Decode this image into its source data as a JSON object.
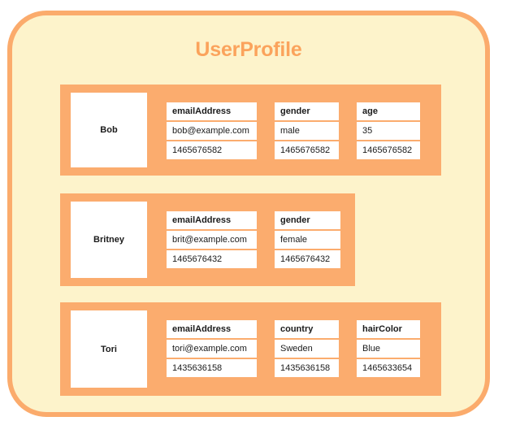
{
  "card": {
    "title": "UserProfile",
    "border_color": "#fbab6c",
    "background_color": "#fdf3cb",
    "title_color": "#fba35c",
    "row_color": "#fbac6e",
    "cell_color": "#ffffff"
  },
  "entities": [
    {
      "name": "Bob",
      "properties": [
        {
          "key": "emailAddress",
          "value": "bob@example.com",
          "timestamp": "1465676582"
        },
        {
          "key": "gender",
          "value": "male",
          "timestamp": "1465676582"
        },
        {
          "key": "age",
          "value": "35",
          "timestamp": "1465676582"
        }
      ]
    },
    {
      "name": "Britney",
      "properties": [
        {
          "key": "emailAddress",
          "value": "brit@example.com",
          "timestamp": "1465676432"
        },
        {
          "key": "gender",
          "value": "female",
          "timestamp": "1465676432"
        }
      ]
    },
    {
      "name": "Tori",
      "properties": [
        {
          "key": "emailAddress",
          "value": "tori@example.com",
          "timestamp": "1435636158"
        },
        {
          "key": "country",
          "value": "Sweden",
          "timestamp": "1435636158"
        },
        {
          "key": "hairColor",
          "value": "Blue",
          "timestamp": "1465633654"
        }
      ]
    }
  ]
}
